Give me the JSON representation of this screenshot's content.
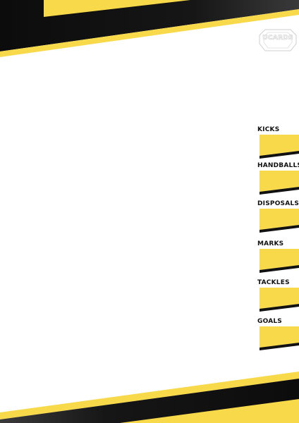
{
  "brand": {
    "logo_text": "UCARDS"
  },
  "colors": {
    "yellow": "#f7d94a",
    "black": "#111111",
    "white": "#ffffff"
  },
  "stats": [
    {
      "label": "KICKS"
    },
    {
      "label": "HANDBALLS"
    },
    {
      "label": "DISPOSALS"
    },
    {
      "label": "MARKS"
    },
    {
      "label": "TACKLES"
    },
    {
      "label": "GOALS"
    }
  ]
}
